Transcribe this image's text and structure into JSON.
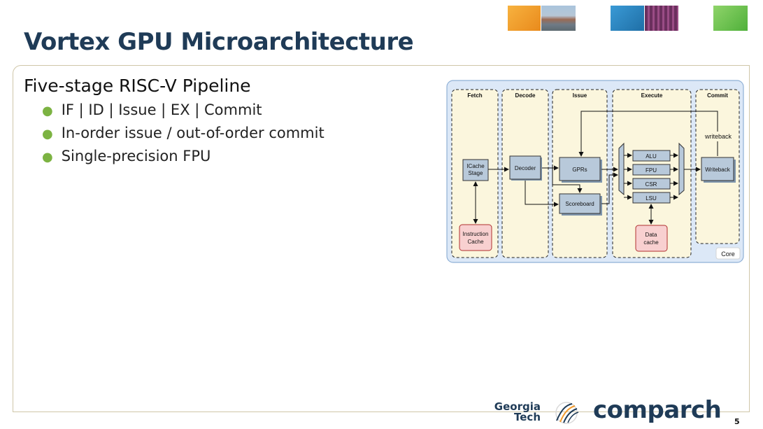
{
  "slide": {
    "title": "Vortex GPU Microarchitecture",
    "heading": "Five-stage RISC-V Pipeline",
    "bullets": [
      "IF | ID | Issue | EX | Commit",
      "In-order issue / out-of-order commit",
      "Single-precision FPU"
    ],
    "page_number": "5"
  },
  "logos": {
    "georgia": "Georgia",
    "tech": "Tech",
    "comparch": "comparch"
  },
  "diagram": {
    "stages": {
      "fetch": "Fetch",
      "decode": "Decode",
      "issue": "Issue",
      "execute": "Execute",
      "commit": "Commit"
    },
    "blocks": {
      "icache_stage_1": "ICache",
      "icache_stage_2": "Stage",
      "decoder": "Decoder",
      "gprs": "GPRs",
      "scoreboard": "Scoreboard",
      "alu": "ALU",
      "fpu": "FPU",
      "csr": "CSR",
      "lsu": "LSU",
      "writeback_box": "Writeback",
      "instruction_cache_1": "Instruction",
      "instruction_cache_2": "Cache",
      "data_cache_1": "Data",
      "data_cache_2": "cache"
    },
    "writeback_label": "writeback",
    "core_label": "Core"
  },
  "colors": {
    "title": "#1f3b57",
    "bullet_dot": "#7cb342",
    "core_bg": "#dce8f7",
    "stage_bg": "#fbf6dd",
    "block_fill": "#b8c9da",
    "cache_fill": "#f8d0d0",
    "tile_orange": "#f39a2b",
    "tile_blue": "#2a86c6",
    "tile_green": "#6cc04a"
  }
}
